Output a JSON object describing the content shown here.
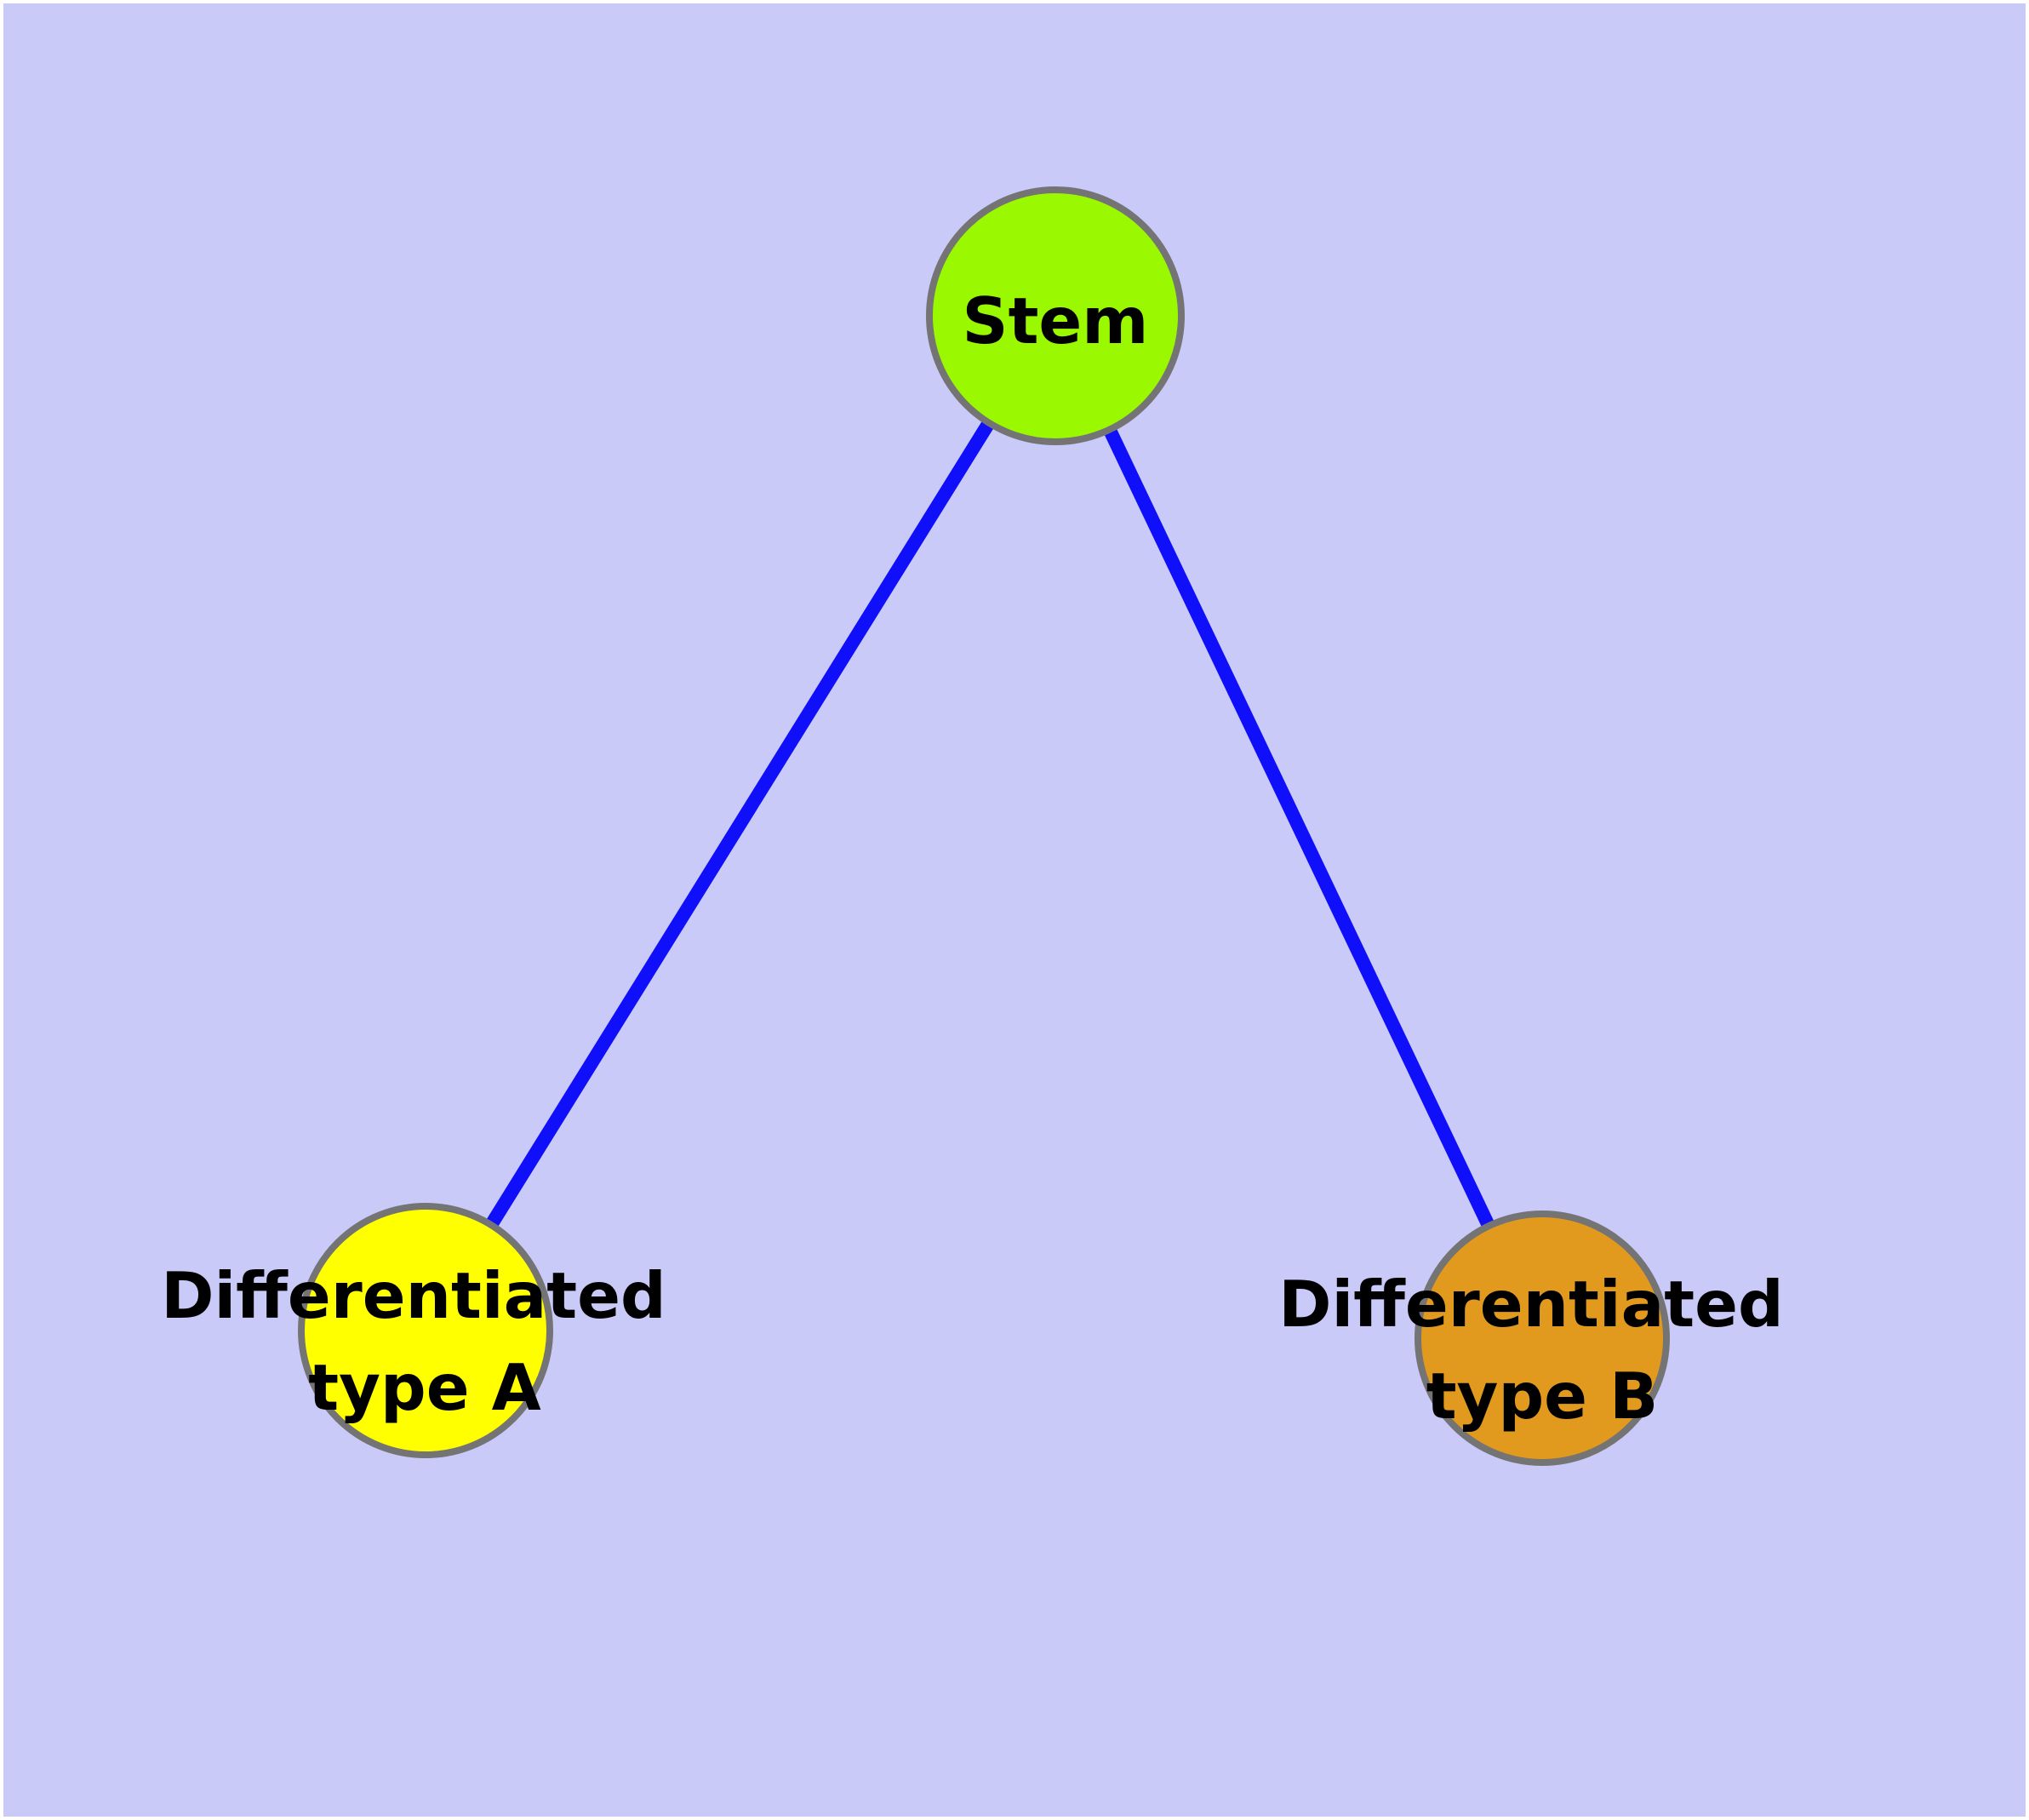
{
  "diagram": {
    "type": "node-link-graph",
    "colors": {
      "frame": "#ffffff",
      "background": "#cacaf8",
      "edge": "#0f0ffa",
      "node_border": "#747474",
      "label_text": "#000000"
    },
    "nodes": [
      {
        "id": "stem",
        "label_lines": [
          "Stem"
        ],
        "fill": "#9af800"
      },
      {
        "id": "differentiated-type-a",
        "label_lines": [
          "Differentiated",
          "type A"
        ],
        "fill": "#ffff00"
      },
      {
        "id": "differentiated-type-b",
        "label_lines": [
          "Differentiated",
          "type B"
        ],
        "fill": "#e29a1e"
      }
    ],
    "edges": [
      {
        "from": "Stem",
        "to": "Differentiated type A"
      },
      {
        "from": "Stem",
        "to": "Differentiated type B"
      }
    ]
  }
}
